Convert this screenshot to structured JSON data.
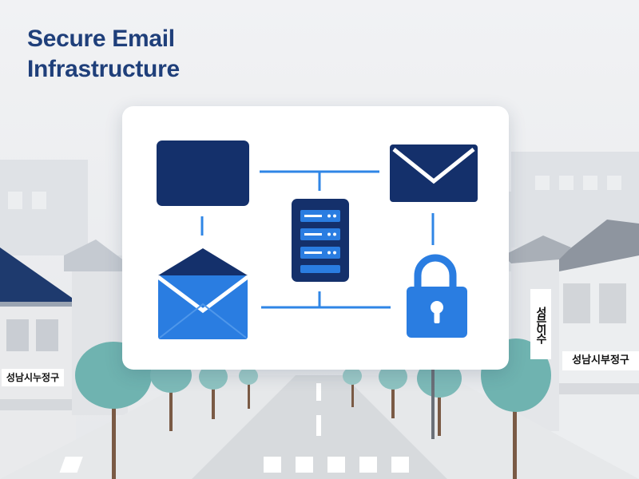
{
  "title": {
    "line1": "Secure Email",
    "line2": "Infrastructure"
  },
  "signs": {
    "left": "성남시누정구",
    "right": "성남시부정구",
    "vertical": "성믄이수"
  },
  "colors": {
    "navy": "#14306b",
    "blue": "#2a7de1",
    "connector": "#2f86e6",
    "title": "#1f3f7a"
  },
  "diagram": {
    "nodes": [
      {
        "id": "monitor",
        "icon": "monitor-icon"
      },
      {
        "id": "closed-envelope",
        "icon": "envelope-icon"
      },
      {
        "id": "server",
        "icon": "server-icon"
      },
      {
        "id": "open-envelope",
        "icon": "open-envelope-icon"
      },
      {
        "id": "padlock",
        "icon": "lock-icon"
      }
    ]
  }
}
